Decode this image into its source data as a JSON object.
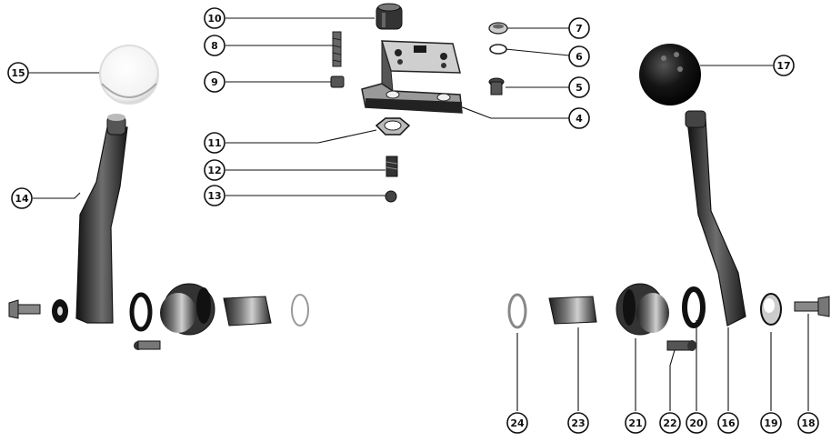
{
  "diagram": {
    "colors": {
      "ink": "#111111",
      "paper": "#ffffff",
      "metal_mid": "#8a8a8a",
      "metal_light": "#d9d9d9",
      "metal_dark": "#2a2a2a"
    },
    "callouts": {
      "c4": "4",
      "c5": "5",
      "c6": "6",
      "c7": "7",
      "c8": "8",
      "c9": "9",
      "c10": "10",
      "c11": "11",
      "c12": "12",
      "c13": "13",
      "c14": "14",
      "c15": "15",
      "c16": "16",
      "c17": "17",
      "c18": "18",
      "c19": "19",
      "c20": "20",
      "c21": "21",
      "c22": "22",
      "c23": "23",
      "c24": "24"
    }
  }
}
